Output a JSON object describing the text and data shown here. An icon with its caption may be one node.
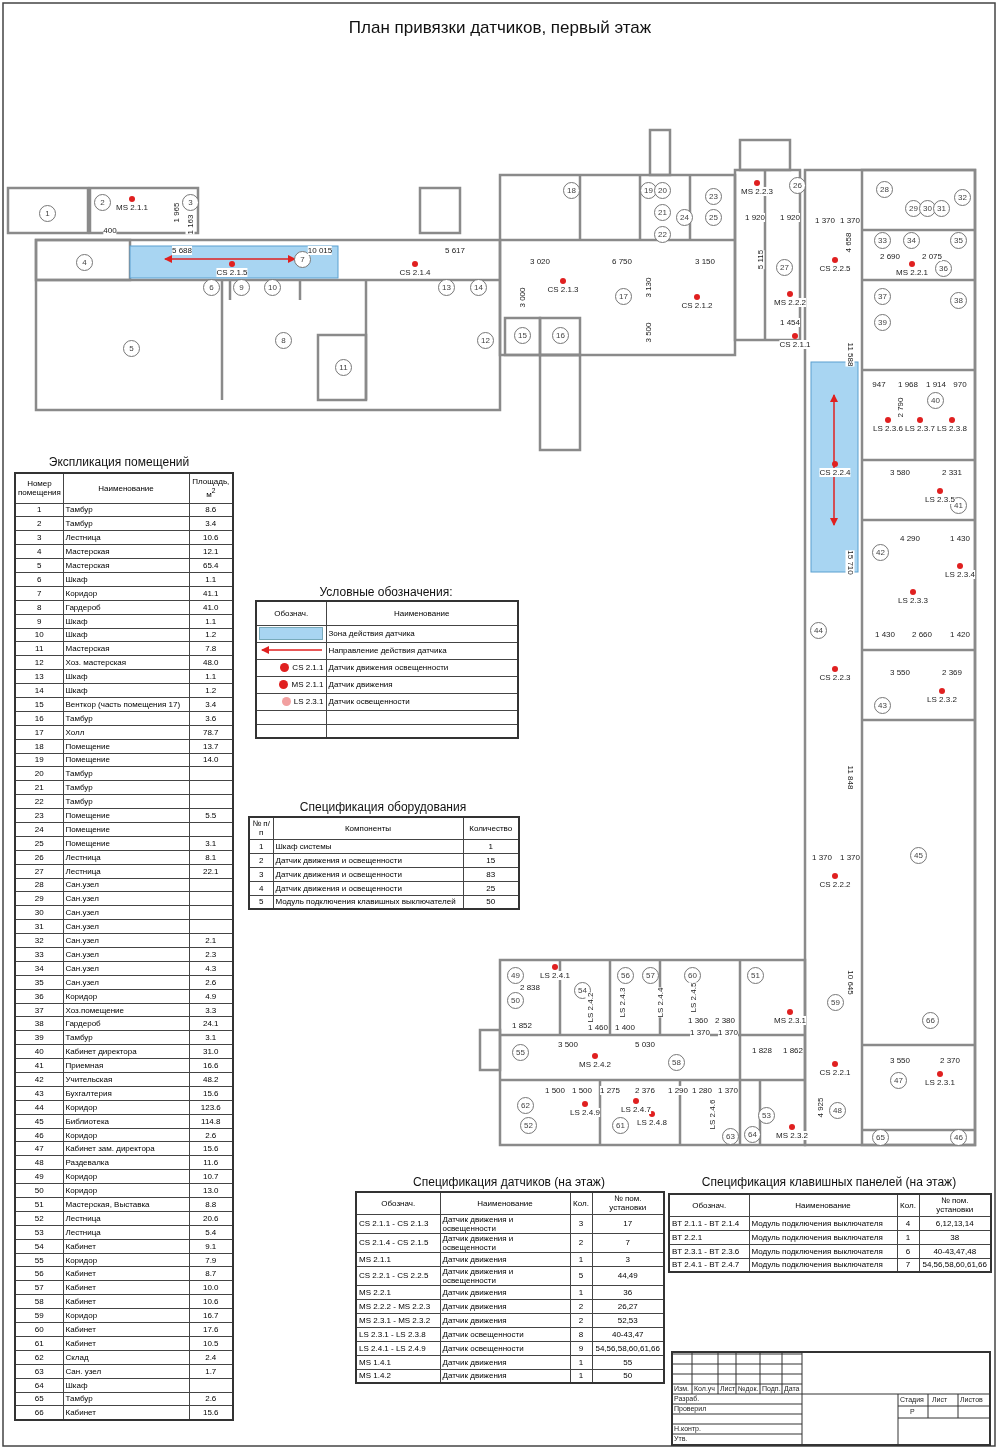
{
  "diagram": {
    "title": "План привязки датчиков, первый этаж",
    "nodes": [
      {
        "text": [
          "1"
        ]
      },
      {
        "text": [
          "2"
        ]
      },
      {
        "text": [
          "3"
        ]
      },
      {
        "text": [
          "4"
        ]
      },
      {
        "text": [
          "5"
        ]
      },
      {
        "text": [
          "6"
        ]
      },
      {
        "text": [
          "7"
        ]
      },
      {
        "text": [
          "8"
        ]
      },
      {
        "text": [
          "9"
        ]
      },
      {
        "text": [
          "10"
        ]
      },
      {
        "text": [
          "11"
        ]
      },
      {
        "text": [
          "12"
        ]
      },
      {
        "text": [
          "13"
        ]
      },
      {
        "text": [
          "14"
        ]
      },
      {
        "text": [
          "15"
        ]
      },
      {
        "text": [
          "16"
        ]
      },
      {
        "text": [
          "17"
        ]
      },
      {
        "text": [
          "18"
        ]
      },
      {
        "text": [
          "19"
        ]
      },
      {
        "text": [
          "20"
        ]
      },
      {
        "text": [
          "21"
        ]
      },
      {
        "text": [
          "22"
        ]
      },
      {
        "text": [
          "23"
        ]
      },
      {
        "text": [
          "24"
        ]
      },
      {
        "text": [
          "25"
        ]
      },
      {
        "text": [
          "26"
        ]
      },
      {
        "text": [
          "27"
        ]
      },
      {
        "text": [
          "28"
        ]
      },
      {
        "text": [
          "29"
        ]
      },
      {
        "text": [
          "30"
        ]
      },
      {
        "text": [
          "31"
        ]
      },
      {
        "text": [
          "32"
        ]
      },
      {
        "text": [
          "33"
        ]
      },
      {
        "text": [
          "34"
        ]
      },
      {
        "text": [
          "35"
        ]
      },
      {
        "text": [
          "36"
        ]
      },
      {
        "text": [
          "37"
        ]
      },
      {
        "text": [
          "38"
        ]
      },
      {
        "text": [
          "39"
        ]
      },
      {
        "text": [
          "40"
        ]
      },
      {
        "text": [
          "41"
        ]
      },
      {
        "text": [
          "42"
        ]
      },
      {
        "text": [
          "43"
        ]
      },
      {
        "text": [
          "44"
        ]
      },
      {
        "text": [
          "45"
        ]
      },
      {
        "text": [
          "46"
        ]
      },
      {
        "text": [
          "47"
        ]
      },
      {
        "text": [
          "48"
        ]
      },
      {
        "text": [
          "49"
        ]
      },
      {
        "text": [
          "50"
        ]
      },
      {
        "text": [
          "51"
        ]
      },
      {
        "text": [
          "52"
        ]
      },
      {
        "text": [
          "53"
        ]
      },
      {
        "text": [
          "54"
        ]
      },
      {
        "text": [
          "55"
        ]
      },
      {
        "text": [
          "56"
        ]
      },
      {
        "text": [
          "57"
        ]
      },
      {
        "text": [
          "58"
        ]
      },
      {
        "text": [
          "59"
        ]
      },
      {
        "text": [
          "60"
        ]
      },
      {
        "text": [
          "61"
        ]
      },
      {
        "text": [
          "62"
        ]
      },
      {
        "text": [
          "63"
        ]
      },
      {
        "text": [
          "64"
        ]
      },
      {
        "text": [
          "65"
        ]
      },
      {
        "text": [
          "66"
        ]
      }
    ],
    "labels": [
      "MS 2.1.1",
      "400",
      "1 965",
      "1 163",
      "5 688",
      "10 015",
      "CS 2.1.5",
      "CS 2.1.4",
      "5 617",
      "3 020",
      "6 750",
      "3 150",
      "CS 2.1.3",
      "3 130",
      "CS 2.1.2",
      "3 000",
      "3 500",
      "MS 2.2.3",
      "1 920",
      "1 920",
      "5 115",
      "MS 2.2.2",
      "1 454",
      "CS 2.1.1",
      "1 370",
      "1 370",
      "4 658",
      "CS 2.2.5",
      "2 690",
      "2 075",
      "MS 2.2.1",
      "11 588",
      "947",
      "1 968",
      "1 914",
      "970",
      "2 790",
      "LS 2.3.6",
      "LS 2.3.7",
      "LS 2.3.8",
      "CS 2.2.4",
      "3 580",
      "2 331",
      "LS 2.3.5",
      "4 290",
      "1 430",
      "LS 2.3.4",
      "LS 2.3.3",
      "1 430",
      "2 660",
      "1 420",
      "15 710",
      "CS 2.2.3",
      "3 550",
      "2 369",
      "LS 2.3.2",
      "11 848",
      "1 370",
      "1 370",
      "CS 2.2.2",
      "10 645",
      "LS 2.4.1",
      "2 838",
      "1 852",
      "1 460",
      "1 400",
      "1 360",
      "2 380",
      "1 370",
      "1 370",
      "MS 2.3.1",
      "3 500",
      "5 030",
      "1 828",
      "1 862",
      "MS 2.4.2",
      "CS 2.2.1",
      "3 550",
      "2 370",
      "LS 2.3.1",
      "1 500",
      "1 500",
      "1 275",
      "2 376",
      "1 290",
      "1 280",
      "1 370",
      "LS 2.4.9",
      "LS 2.4.7",
      "LS 2.4.8",
      "LS 2.4.2",
      "LS 2.4.3",
      "LS 2.4.4",
      "LS 2.4.5",
      "LS 2.4.6",
      "MS 2.3.2",
      "4 925",
      "Экспликация помещений",
      "Номер помещения",
      "Наименование",
      "Площадь, м$^{2}$",
      "1",
      "Тамбур",
      "8.6",
      "2",
      "Тамбур",
      "3.4",
      "3",
      "Лестница",
      "10.6",
      "4",
      "Мастерская",
      "12.1",
      "5",
      "Мастерская",
      "65.4",
      "6",
      "Шкаф",
      "1.1",
      "7",
      "Коридор",
      "41.1",
      "8",
      "Гардероб",
      "41.0",
      "9",
      "Шкаф",
      "1.1",
      "10",
      "Шкаф",
      "1.2",
      "11",
      "Мастерская",
      "7.8",
      "12",
      "Хоз. мастерская",
      "48.0",
      "13",
      "Шкаф",
      "1.1",
      "14",
      "Шкаф",
      "1.2",
      "15",
      "Венткор (часть помещения 17)",
      "3.4",
      "16",
      "Тамбур",
      "3.6",
      "17",
      "Холл",
      "78.7",
      "18",
      "Помещение",
      "13.7",
      "19",
      "Помещение",
      "14.0",
      "20",
      "Тамбур",
      "21",
      "Тамбур",
      "22",
      "Тамбур",
      "23",
      "Помещение",
      "5.5",
      "24",
      "Помещение",
      "25",
      "Помещение",
      "3.1",
      "26",
      "Лестница",
      "8.1",
      "27",
      "Лестница",
      "22.1",
      "28",
      "Сан.узел",
      "29",
      "Сан.узел",
      "30",
      "Сан.узел",
      "31",
      "Сан.узел",
      "32",
      "Сан.узел",
      "2.1",
      "33",
      "Сан.узел",
      "2.3",
      "34",
      "Сан.узел",
      "4.3",
      "35",
      "Сан.узел",
      "2.6",
      "36",
      "Коридор",
      "4.9",
      "37",
      "Хоз.помещение",
      "3.3",
      "38",
      "Гардероб",
      "24.1",
      "39",
      "Тамбур",
      "3.1",
      "40",
      "Кабинет директора",
      "31.0",
      "41",
      "Приемная",
      "16.6",
      "42",
      "Учительская",
      "48.2",
      "43",
      "Бухгалтерия",
      "15.6",
      "44",
      "Коридор",
      "123.6",
      "45",
      "Библиотека",
      "114.8",
      "46",
      "Коридор",
      "2.6",
      "47",
      "Кабинет зам. директора",
      "15.6",
      "48",
      "Раздевалка",
      "11.6",
      "49",
      "Коридор",
      "10.7",
      "50",
      "Коридор",
      "13.0",
      "51",
      "Мастерская, Выставка",
      "8.8",
      "52",
      "Лестница",
      "20.6",
      "53",
      "Лестница",
      "5.4",
      "54",
      "Кабинет",
      "9.1",
      "55",
      "Коридор",
      "7.9",
      "56",
      "Кабинет",
      "8.7",
      "57",
      "Кабинет",
      "10.0",
      "58",
      "Кабинет",
      "10.6",
      "59",
      "Коридор",
      "16.7",
      "60",
      "Кабинет",
      "17.6",
      "61",
      "Кабинет",
      "10.5",
      "62",
      "Склад",
      "2.4",
      "63",
      "Сан. узел",
      "1.7",
      "64",
      "Шкаф",
      "65",
      "Тамбур",
      "2.6",
      "66",
      "Кабинет",
      "15.6",
      "Условные обозначения:",
      "Обознач.",
      "Наименование",
      "CS 2.1.1",
      "MS 2.1.1",
      "LS 2.3.1",
      "Спецификация оборудования",
      "№ п/п",
      "Компоненты",
      "Количество",
      "1",
      "Шкаф системы",
      "1",
      "2",
      "Датчик движения и освещенности",
      "15",
      "3",
      "Датчик движения и освещенности",
      "83",
      "4",
      "Датчик движения и освещенности",
      "25",
      "5",
      "Модуль подключения клавишных выключателей",
      "50",
      "Спецификация датчиков (на этаж)",
      "Обознач.",
      "Наименование",
      "Кол.",
      "№ пом. установки",
      "CS 2.1.1 - CS 2.1.3",
      "Датчик движения и освещенности",
      "3",
      "17",
      "CS 2.1.4 - CS 2.1.5",
      "Датчик движения и освещенности",
      "2",
      "7",
      "MS 2.1.1",
      "Датчик движения",
      "1",
      "3",
      "CS 2.2.1 - CS 2.2.5",
      "Датчик движения и освещенности",
      "5",
      "44,49",
      "MS 2.2.1",
      "Датчик движения",
      "1",
      "36",
      "MS 2.2.2 - MS 2.2.3",
      "Датчик движения",
      "2",
      "26,27",
      "MS 2.3.1 - MS 2.3.2",
      "Датчик движения",
      "2",
      "52,53",
      "LS 2.3.1 - LS 2.3.8",
      "Датчик освещенности",
      "8",
      "40-43,47",
      "LS 2.4.1 - LS 2.4.9",
      "Датчик освещенности",
      "9",
      "54,56,58,60,61,66",
      "MS 1.4.1",
      "Датчик движения",
      "1",
      "55",
      "MS 1.4.2",
      "Датчик движения",
      "1",
      "50",
      "Спецификация клавишных панелей (на этаж)",
      "Обознач.",
      "Наименование",
      "Кол.",
      "№ пом. установки",
      "BT 2.1.1 - BT 2.1.4",
      "Модуль подключения выключателя",
      "4",
      "6,12,13,14",
      "BT 2.2.1",
      "Модуль подключения выключателя",
      "1",
      "38",
      "BT 2.3.1 - BT 2.3.6",
      "Модуль подключения выключателя",
      "6",
      "40-43,47,48",
      "BT 2.4.1 - BT 2.4.7",
      "Модуль подключения выключателя",
      "7",
      "54,56,58,60,61,66",
      "Изм.",
      "Кол.уч",
      "Лист",
      "№док.",
      "Подп.",
      "Дата",
      "Разраб.",
      "Проверил",
      "Н.контр.",
      "Утв.",
      "Стадия",
      "Лист",
      "Листов",
      "Р"
    ],
    "legend": [
      {
        "text": "Зона действия датчика",
        "color": "#a8d5f2"
      },
      {
        "text": "Направление действия датчика"
      },
      {
        "text": "Датчик движения освещенности"
      },
      {
        "text": "Датчик движения"
      },
      {
        "text": "Датчик освещенности"
      }
    ]
  }
}
